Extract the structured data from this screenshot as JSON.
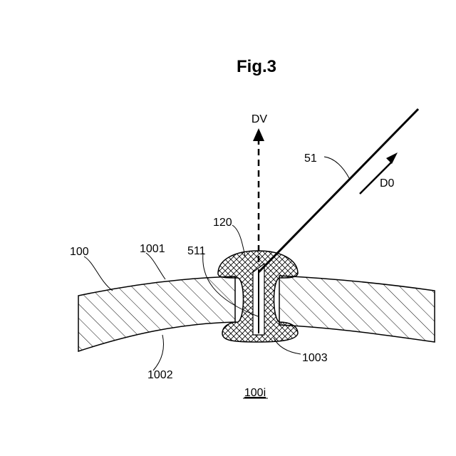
{
  "figure": {
    "title": "Fig.3",
    "caption": "100i"
  },
  "labels": {
    "dv": "DV",
    "d0": "D0",
    "ref_51": "51",
    "ref_120": "120",
    "ref_100": "100",
    "ref_1001": "1001",
    "ref_511": "511",
    "ref_1002": "1002",
    "ref_1003": "1003"
  },
  "colors": {
    "line": "#000000",
    "background": "#ffffff"
  }
}
